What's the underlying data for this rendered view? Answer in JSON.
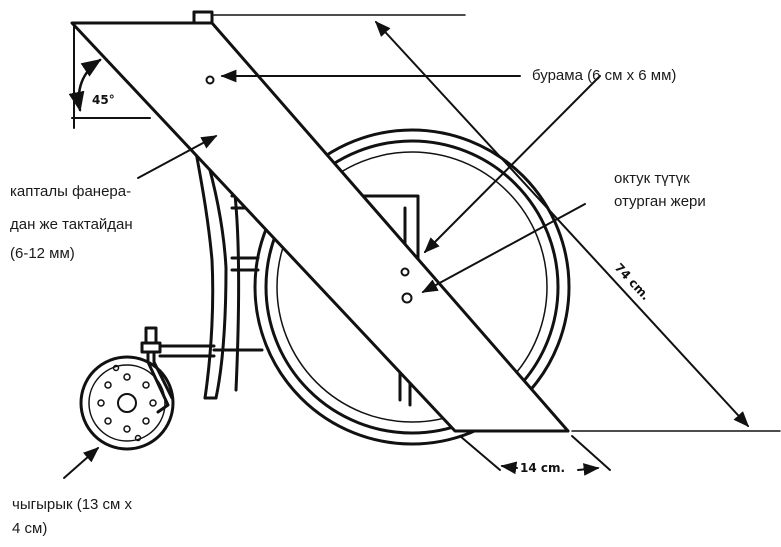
{
  "labels": {
    "screw": "бурама (6 см х 6 мм)",
    "plywood_line1": "капталы фанера-",
    "plywood_line2": "дан же тактайдан",
    "plywood_line3": "(6-12 мм)",
    "armrest_line1": "октук түтүк",
    "armrest_line2": "отурган жери",
    "caster_line1": "чыгырык (13 см х",
    "caster_line2": "4 см)"
  },
  "dimensions": {
    "angle": "45°",
    "length": "74 cm.",
    "offset": "14 cm."
  },
  "colors": {
    "ink": "#111111",
    "text": "#1a1a1a",
    "background": "#ffffff"
  }
}
